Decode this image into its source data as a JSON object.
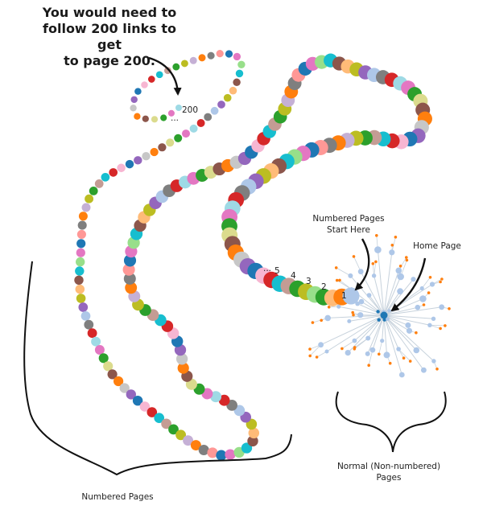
{
  "annotations": {
    "top_callout": [
      "You would need to",
      "follow 200 links to get",
      "to page 200."
    ],
    "start_label": [
      "Numbered Pages",
      "Start Here"
    ],
    "home_label": "Home Page",
    "normal_label": [
      "Normal (Non-numbered)",
      "Pages"
    ],
    "numbered_label": "Numbered Pages"
  },
  "chain_labels": {
    "n1": "1",
    "n2": "2",
    "n3": "3",
    "n4": "4",
    "n5": "5",
    "n200": "200",
    "ellipsis": "..."
  },
  "colors": {
    "palette": [
      "#1f77b4",
      "#aec7e8",
      "#ff7f0e",
      "#ffbb78",
      "#2ca02c",
      "#98df8a",
      "#d62728",
      "#ff9896",
      "#9467bd",
      "#c5b0d5",
      "#8c564b",
      "#c49c94",
      "#e377c2",
      "#f7b6d2",
      "#7f7f7f",
      "#c7c7c7",
      "#bcbd22",
      "#dbdb8d",
      "#17becf",
      "#9edae5"
    ],
    "hub_line": "#c7d2dc",
    "hub_node": "#aec7e8",
    "hub_leaf": "#ff7f0e",
    "home_node": "#1f77b4",
    "bracket": "#111111",
    "arrow": "#111111"
  }
}
